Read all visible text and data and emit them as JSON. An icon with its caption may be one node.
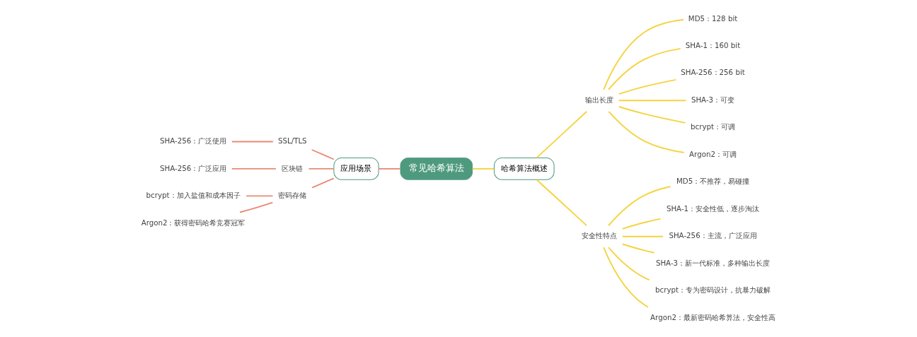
{
  "diagram": {
    "nodes": [
      {
        "text": [
          "常见哈希算法"
        ]
      },
      {
        "text": [
          "应用场景"
        ]
      },
      {
        "text": [
          "SSL/TLS"
        ]
      },
      {
        "text": [
          "SHA-256：广泛使用"
        ]
      },
      {
        "text": [
          "区块链"
        ]
      },
      {
        "text": [
          "SHA-256：广泛应用"
        ]
      },
      {
        "text": [
          "密码存储"
        ]
      },
      {
        "text": [
          "bcrypt：加入盐值和成本因子"
        ]
      },
      {
        "text": [
          "Argon2：获得密码哈希竞赛冠军"
        ]
      },
      {
        "text": [
          "哈希算法概述"
        ]
      },
      {
        "text": [
          "输出长度"
        ]
      },
      {
        "text": [
          "MD5：128 bit"
        ]
      },
      {
        "text": [
          "SHA-1：160 bit"
        ]
      },
      {
        "text": [
          "SHA-256：256 bit"
        ]
      },
      {
        "text": [
          "SHA-3：可变"
        ]
      },
      {
        "text": [
          "bcrypt：可调"
        ]
      },
      {
        "text": [
          "Argon2：可调"
        ]
      },
      {
        "text": [
          "安全性特点"
        ]
      },
      {
        "text": [
          "MD5：不推荐，易碰撞"
        ]
      },
      {
        "text": [
          "SHA-1：安全性低，逐步淘汰"
        ]
      },
      {
        "text": [
          "SHA-256：主流，广泛应用"
        ]
      },
      {
        "text": [
          "SHA-3：新一代标准，多种输出长度"
        ]
      },
      {
        "text": [
          "bcrypt：专为密码设计，抗暴力破解"
        ]
      },
      {
        "text": [
          "Argon2：最新密码哈希算法，安全性高"
        ]
      }
    ],
    "edges": [
      {
        "from": 1,
        "to": 0,
        "arrow": "none",
        "color": "#e98a75"
      },
      {
        "from": 2,
        "to": 1,
        "arrow": "none",
        "color": "#e98a75"
      },
      {
        "from": 3,
        "to": 2,
        "arrow": "none",
        "color": "#e98a75"
      },
      {
        "from": 4,
        "to": 1,
        "arrow": "none",
        "color": "#e98a75"
      },
      {
        "from": 5,
        "to": 4,
        "arrow": "none",
        "color": "#e98a75"
      },
      {
        "from": 6,
        "to": 1,
        "arrow": "none",
        "color": "#e98a75"
      },
      {
        "from": 7,
        "to": 6,
        "arrow": "none",
        "color": "#e98a75"
      },
      {
        "from": 8,
        "to": 6,
        "arrow": "none",
        "color": "#e98a75"
      },
      {
        "from": 0,
        "to": 9,
        "arrow": "none"
      },
      {
        "from": 9,
        "to": 10,
        "arrow": "none"
      },
      {
        "from": 10,
        "to": 11,
        "arrow": "none"
      },
      {
        "from": 10,
        "to": 12,
        "arrow": "none"
      },
      {
        "from": 10,
        "to": 13,
        "arrow": "none"
      },
      {
        "from": 10,
        "to": 14,
        "arrow": "none"
      },
      {
        "from": 10,
        "to": 15,
        "arrow": "none"
      },
      {
        "from": 10,
        "to": 16,
        "arrow": "none"
      },
      {
        "from": 9,
        "to": 17,
        "arrow": "none"
      },
      {
        "from": 17,
        "to": 18,
        "arrow": "none"
      },
      {
        "from": 17,
        "to": 19,
        "arrow": "none"
      },
      {
        "from": 17,
        "to": 20,
        "arrow": "none"
      },
      {
        "from": 17,
        "to": 21,
        "arrow": "none"
      },
      {
        "from": 17,
        "to": 22,
        "arrow": "none"
      },
      {
        "from": 17,
        "to": 23,
        "arrow": "none"
      }
    ]
  }
}
